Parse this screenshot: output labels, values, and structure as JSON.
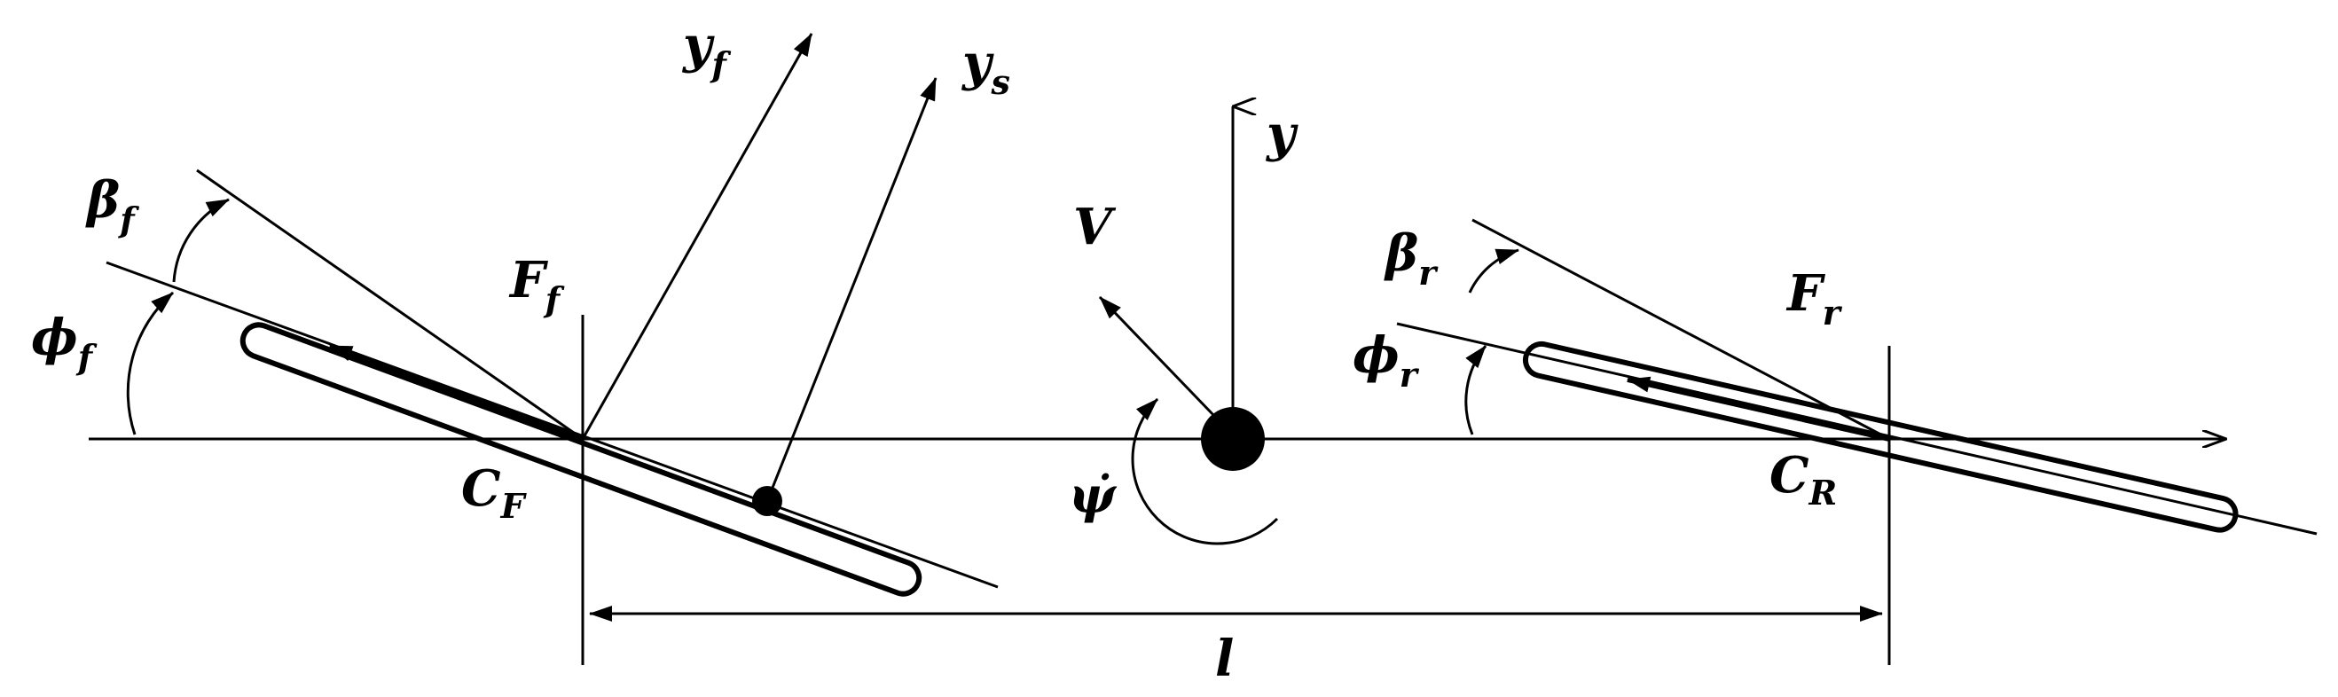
{
  "labels": {
    "y": "y",
    "yf_base": "y",
    "yf_sub": "f",
    "ys_base": "y",
    "ys_sub": "s",
    "V": "V",
    "beta_f_base": "β",
    "beta_f_sub": "f",
    "phi_f_base": "ϕ",
    "phi_f_sub": "f",
    "F_f_base": "F",
    "F_f_sub": "f",
    "C_F_base": "C",
    "C_F_sub": "F",
    "psi_dot": "ψ̇",
    "beta_r_base": "β",
    "beta_r_sub": "r",
    "phi_r_base": "ϕ",
    "phi_r_sub": "r",
    "F_r_base": "F",
    "F_r_sub": "r",
    "C_R_base": "C",
    "C_R_sub": "R",
    "l": "l"
  }
}
